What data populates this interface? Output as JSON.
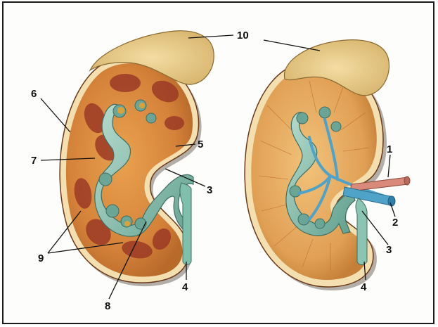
{
  "figure": {
    "labels": {
      "l1": "1",
      "l2": "2",
      "l3a": "3",
      "l3b": "3",
      "l4a": "4",
      "l4b": "4",
      "l5": "5",
      "l6": "6",
      "l7": "7",
      "l8": "8",
      "l9": "9",
      "l10": "10"
    },
    "colors": {
      "cortex": "#d9883a",
      "medulla": "#a8452c",
      "capsule": "#f2d9a0",
      "adrenal": "#e6c98a",
      "pelvis": "#7fb8a8",
      "ureter": "#8cc4b4",
      "vein": "#4fa3c8",
      "artery": "#d98a7a",
      "border": "#1a1a1a"
    }
  }
}
